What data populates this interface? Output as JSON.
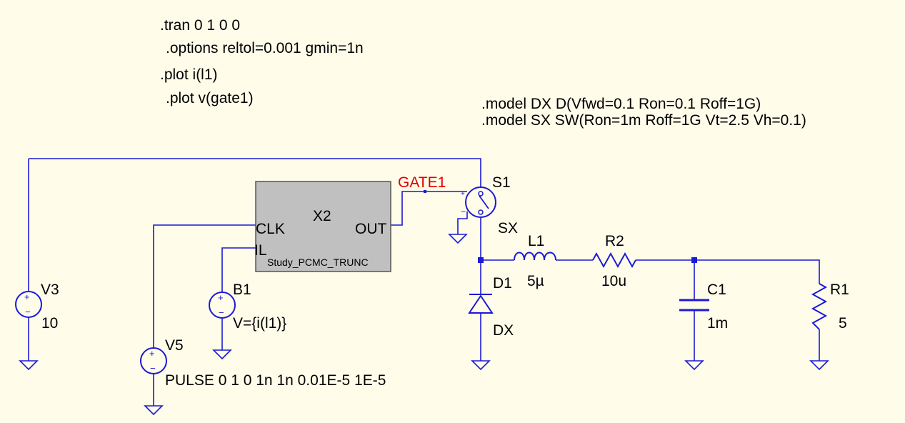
{
  "directives": {
    "tran": ".tran 0 1 0 0",
    "options": ".options reltol=0.001 gmin=1n",
    "plot1": ".plot i(l1)",
    "plot2": ".plot v(gate1)",
    "model_dx": ".model DX D(Vfwd=0.1 Ron=0.1 Roff=1G)",
    "model_sx": ".model SX SW(Ron=1m Roff=1G Vt=2.5 Vh=0.1)"
  },
  "subckt": {
    "ref": "X2",
    "name": "Study_PCMC_TRUNC",
    "pin_clk": "CLK",
    "pin_il": "IL",
    "pin_out": "OUT"
  },
  "net_gate": "GATE1",
  "components": {
    "s1": {
      "ref": "S1",
      "model": "SX"
    },
    "d1": {
      "ref": "D1",
      "model": "DX"
    },
    "l1": {
      "ref": "L1",
      "value": "5µ"
    },
    "r2": {
      "ref": "R2",
      "value": "10u"
    },
    "c1": {
      "ref": "C1",
      "value": "1m"
    },
    "r1": {
      "ref": "R1",
      "value": "5"
    },
    "v3": {
      "ref": "V3",
      "value": "10"
    },
    "b1": {
      "ref": "B1",
      "value": "V={i(l1)}"
    },
    "v5": {
      "ref": "V5",
      "value": "PULSE 0 1 0 1n 1n 0.01E-5 1E-5"
    }
  },
  "symbols": {
    "plus": "+",
    "minus": "−"
  },
  "colors": {
    "background": "#fffcea",
    "wire": "#1a1ad6",
    "net_label": "#e00000",
    "subckt_fill": "#c0c0c0"
  }
}
